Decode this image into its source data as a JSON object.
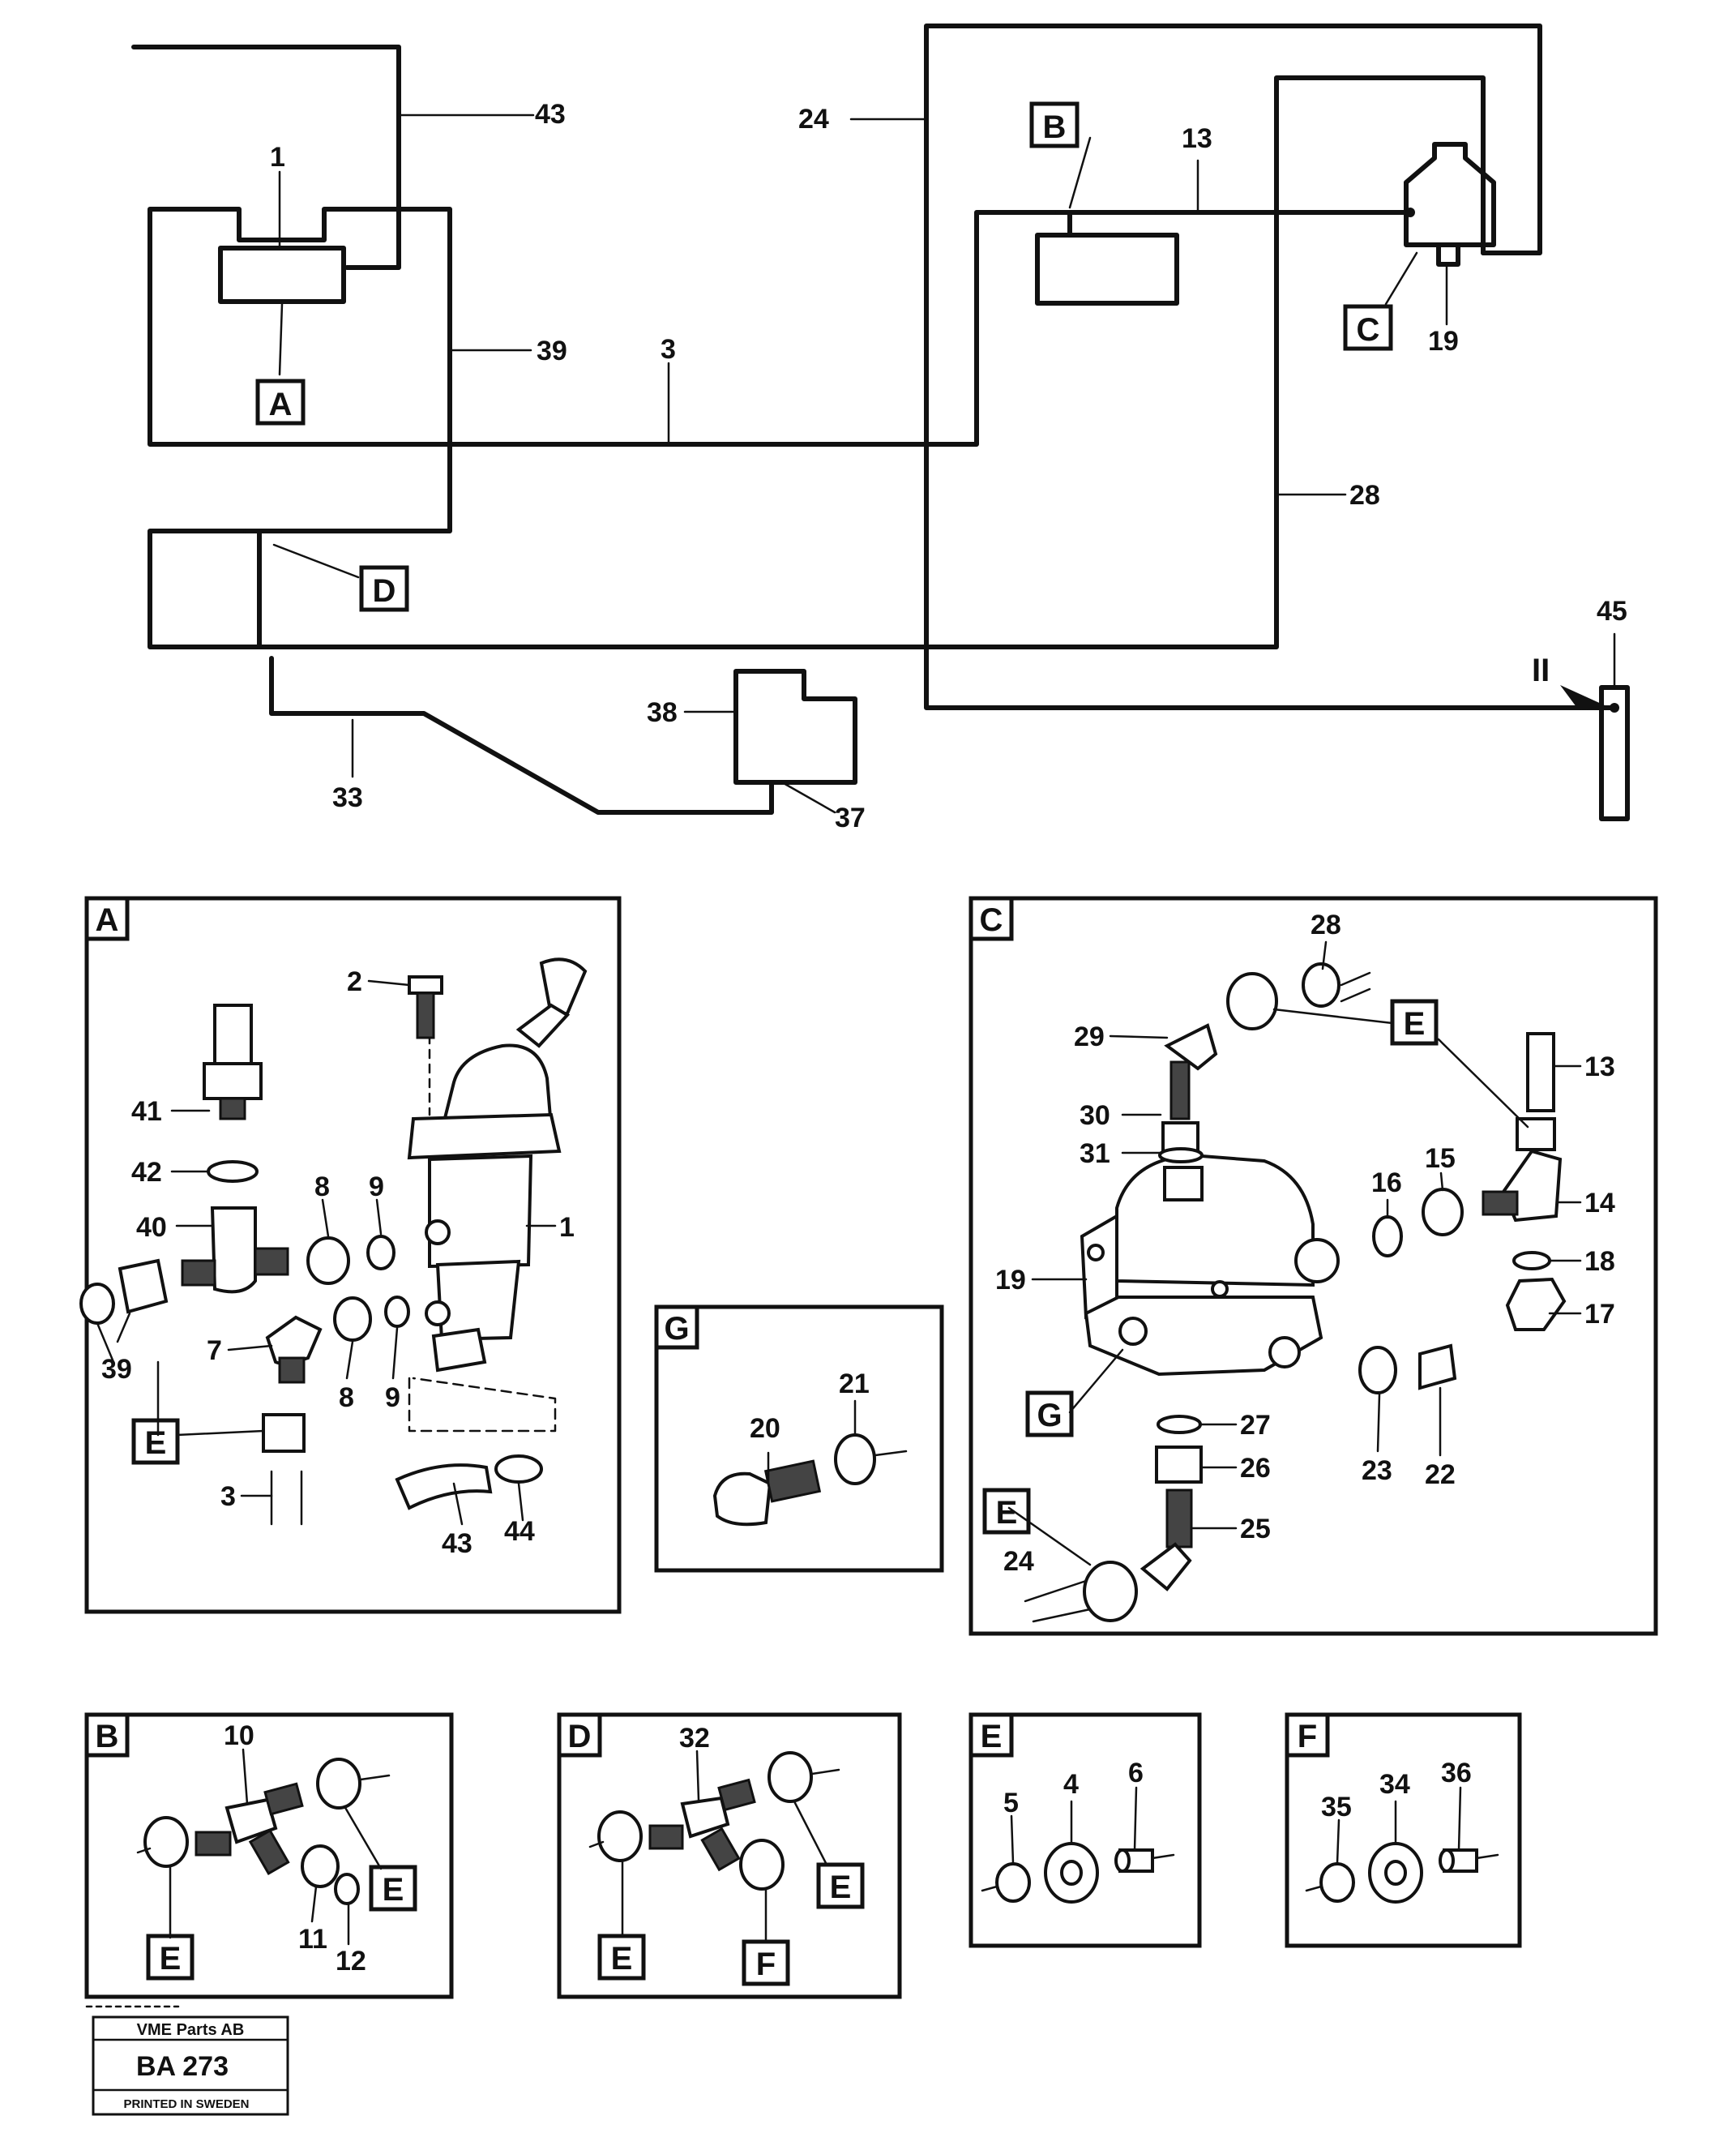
{
  "overview": {
    "callouts": {
      "c43": "43",
      "c1": "1",
      "c39": "39",
      "c3": "3",
      "c24": "24",
      "c13": "13",
      "c19": "19",
      "c28": "28",
      "c45": "45",
      "c38": "38",
      "c33": "33",
      "c37": "37"
    },
    "boxes": {
      "A": "A",
      "B": "B",
      "C": "C",
      "D": "D"
    },
    "view_marker": "II"
  },
  "detail_A": {
    "title": "A",
    "callouts": {
      "c2": "2",
      "c41": "41",
      "c42": "42",
      "c8a": "8",
      "c9a": "9",
      "c40": "40",
      "c1": "1",
      "c39": "39",
      "c7": "7",
      "c8b": "8",
      "c9b": "9",
      "cE": "E",
      "c3": "3",
      "c43": "43",
      "c44": "44"
    }
  },
  "detail_C": {
    "title": "C",
    "callouts": {
      "c28": "28",
      "c29": "29",
      "cE1": "E",
      "c13": "13",
      "c30": "30",
      "c31": "31",
      "c16": "16",
      "c15": "15",
      "c14": "14",
      "c19": "19",
      "c18": "18",
      "c17": "17",
      "cG": "G",
      "c27": "27",
      "c23": "23",
      "c22": "22",
      "c26": "26",
      "cE2": "E",
      "c25": "25",
      "c24": "24"
    }
  },
  "detail_G": {
    "title": "G",
    "callouts": {
      "c20": "20",
      "c21": "21"
    }
  },
  "detail_B": {
    "title": "B",
    "callouts": {
      "c10": "10",
      "cE1": "E",
      "cE2": "E",
      "c11": "11",
      "c12": "12"
    }
  },
  "detail_D": {
    "title": "D",
    "callouts": {
      "c32": "32",
      "cE1": "E",
      "cE2": "E",
      "cF": "F"
    }
  },
  "detail_E": {
    "title": "E",
    "callouts": {
      "c5": "5",
      "c4": "4",
      "c6": "6"
    }
  },
  "detail_F": {
    "title": "F",
    "callouts": {
      "c35": "35",
      "c34": "34",
      "c36": "36"
    }
  },
  "stamp": {
    "company": "VME Parts AB",
    "drawing_no": "BA 273",
    "printed": "PRINTED IN SWEDEN"
  }
}
